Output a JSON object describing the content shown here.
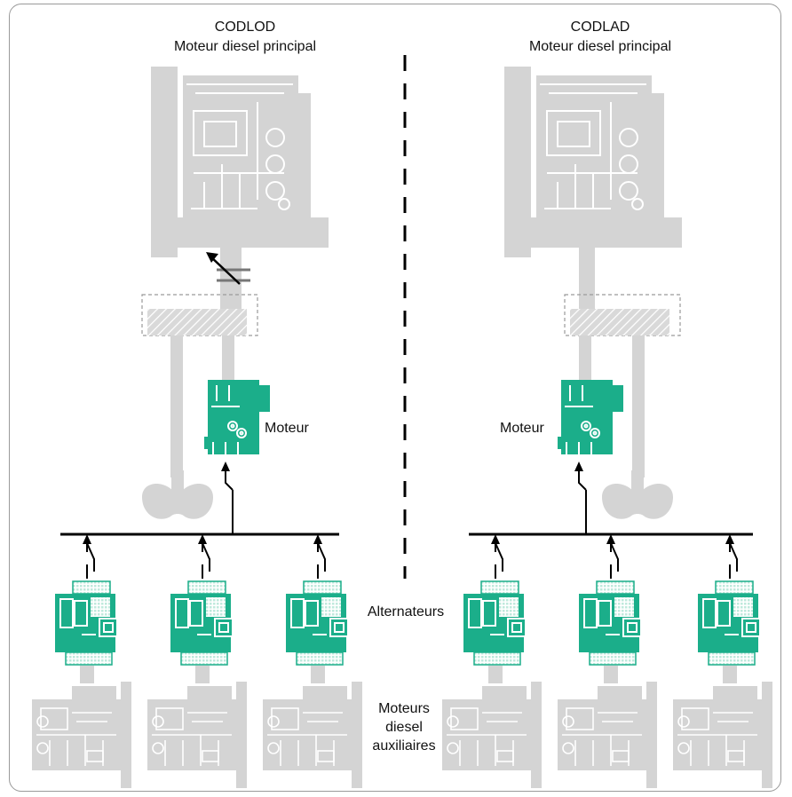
{
  "left": {
    "title": "CODLOD",
    "subtitle": "Moteur diesel principal",
    "motor_label": "Moteur"
  },
  "right": {
    "title": "CODLAD",
    "subtitle": "Moteur diesel principal",
    "motor_label": "Moteur"
  },
  "alternators_label": "Alternateurs",
  "aux_engines_label": [
    "Moteurs",
    "diesel",
    "auxiliaires"
  ],
  "colors": {
    "machinery_grey": "#d4d4d4",
    "detail_line": "#ffffff",
    "electric_green": "#1bae8a",
    "bus_line": "#000000",
    "divider": "#000000",
    "gearbox_hatch": "#bdbdbd"
  }
}
